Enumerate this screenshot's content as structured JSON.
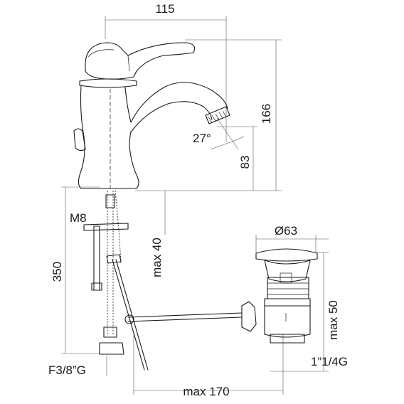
{
  "dimensions": {
    "width_top": "115",
    "height_total": "166",
    "spout_angle": "27°",
    "spout_height": "83",
    "fixing_rod": "M8",
    "max_deck": "max 40",
    "hose_length": "350",
    "waste_diameter": "Ø63",
    "max_waste_height": "max 50",
    "hose_connection": "F3/8”G",
    "waste_thread": "1”1/4G",
    "max_rod_length": "max 170"
  }
}
